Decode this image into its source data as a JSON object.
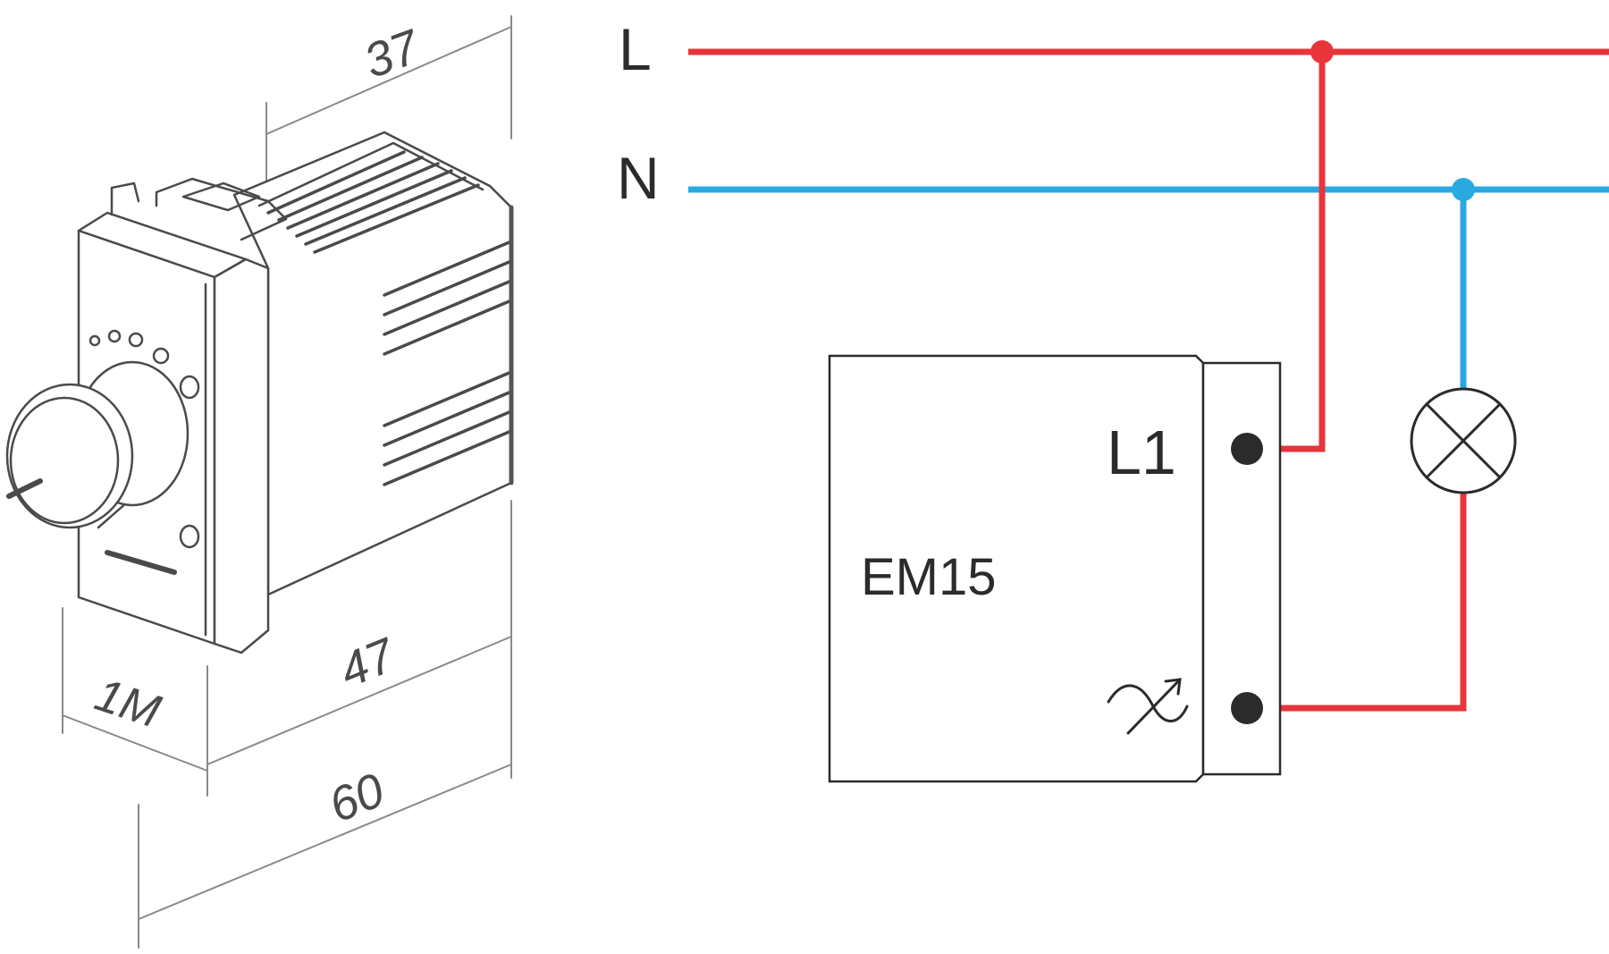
{
  "dimensions": {
    "depth_top": "37",
    "module_width": "1M",
    "depth_body": "47",
    "depth_total": "60"
  },
  "wiring": {
    "line_label": "L",
    "neutral_label": "N",
    "device_name": "EM15",
    "terminal_l1_label": "L1",
    "dimmer_symbol": "dimmer-output-symbol-icon",
    "lamp_symbol": "lamp-icon"
  },
  "colors": {
    "line": "#e8353b",
    "neutral": "#2aa9e0",
    "outline": "#2b2b2b",
    "drawing": "#4a4a4a"
  }
}
